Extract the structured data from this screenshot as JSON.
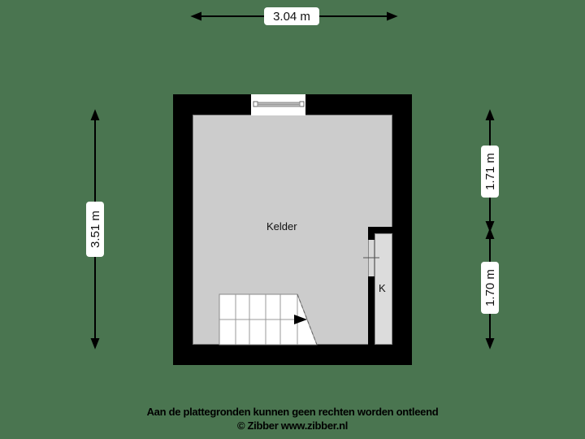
{
  "plan": {
    "room_label": "Kelder",
    "closet_label": "K",
    "colors": {
      "background": "#4a7550",
      "wall": "#000000",
      "floor": "#cccccc",
      "closet": "#dcdcdc",
      "stairs": "#ffffff"
    }
  },
  "dimensions": {
    "top_width": "3.04 m",
    "left_height": "3.51 m",
    "right_upper": "1.71 m",
    "right_lower": "1.70 m"
  },
  "footer": {
    "disclaimer": "Aan de plattegronden kunnen geen rechten worden ontleend",
    "copyright": "© Zibber www.zibber.nl"
  }
}
